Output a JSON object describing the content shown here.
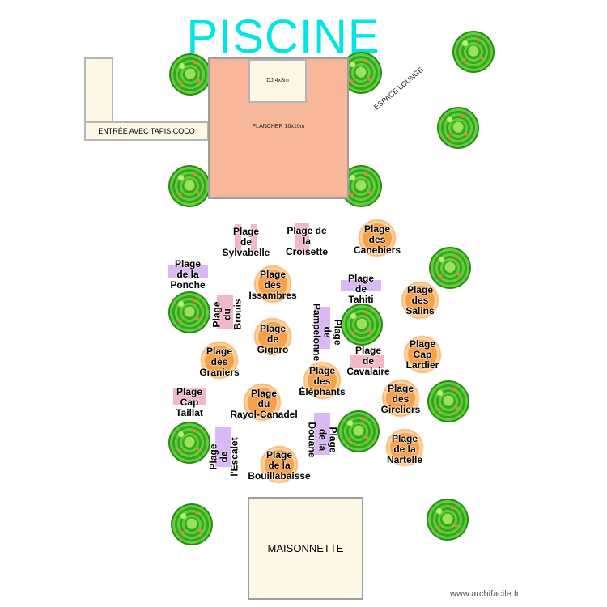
{
  "title": "PISCINE",
  "entrance": {
    "label": "ENTRÉE AVEC TAPIS COCO"
  },
  "dance_floor": {
    "label": "PLANCHER 10x10m"
  },
  "dj": {
    "label": "DJ 4x3m"
  },
  "lounge": {
    "label": "ESPACE LOUNGE"
  },
  "house": {
    "label": "MAISONNETTE"
  },
  "credit": "www.archifacile.fr",
  "colors": {
    "title": "#00e6e6",
    "floor": "#f8b69a",
    "round_table": "#f7a04a",
    "rect_table_pink": "#f3b7c8",
    "rect_table_purple": "#d9b8f3",
    "tree": "#3aa321"
  },
  "tables": [
    {
      "name": "Plage\nde\nSylvabelle"
    },
    {
      "name": "Plage de\nla\nCroisette"
    },
    {
      "name": "Plage\ndes\nCanebiers"
    },
    {
      "name": "Plage\nde la\nPonche"
    },
    {
      "name": "Plage\ndes\nIssambres"
    },
    {
      "name": "Plage\nde\nTahiti"
    },
    {
      "name": "Plage\ndes\nSalins"
    },
    {
      "name": "Plage\ndu\nBrouis"
    },
    {
      "name": "Plage\nde\nPampelonne"
    },
    {
      "name": "Plage\nde\nGigaro"
    },
    {
      "name": "Plage\nde\nCavalaire"
    },
    {
      "name": "Plage\nCap\nLardier"
    },
    {
      "name": "Plage\ndes\nGraniers"
    },
    {
      "name": "Plage\ndes\nÉléphants"
    },
    {
      "name": "Plage\nCap\nTaillat"
    },
    {
      "name": "Plage\ndu\nRayol-Canadel"
    },
    {
      "name": "Plage\ndes\nGireliers"
    },
    {
      "name": "Plage\nde la\nDouane"
    },
    {
      "name": "Plage\nde\nl'Escalet"
    },
    {
      "name": "Plage\nde la\nNartelle"
    },
    {
      "name": "Plage\nde la\nBouillabaisse"
    }
  ]
}
